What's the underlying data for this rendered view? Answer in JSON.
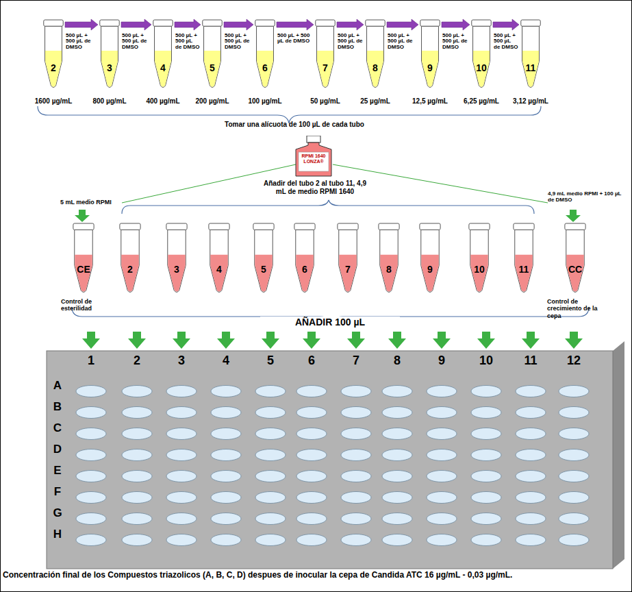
{
  "diagram": {
    "caption": "Concentración final de los Compuestos triazolicos (A, B, C, D) despues de inocular la cepa de Candida ATC 16 µg/mL - 0,03 µg/mL.",
    "nodes": [
      {
        "text": [
          "2",
          "1600 µg/mL"
        ]
      },
      {
        "text": [
          "3",
          "800 µg/mL"
        ]
      },
      {
        "text": [
          "4",
          "400 µg/mL"
        ]
      },
      {
        "text": [
          "5",
          "200 µg/mL"
        ]
      },
      {
        "text": [
          "6",
          "100 µg/mL"
        ]
      },
      {
        "text": [
          "7",
          "50 µg/mL"
        ]
      },
      {
        "text": [
          "8",
          "25 µg/mL"
        ]
      },
      {
        "text": [
          "9",
          "12,5 µg/mL"
        ]
      },
      {
        "text": [
          "10",
          "6,25 µg/mL"
        ]
      },
      {
        "text": [
          "11",
          "3,12 µg/mL"
        ]
      },
      {
        "text": [
          "RPMI 1640 LONZA®"
        ]
      },
      {
        "text": [
          "CE",
          "Control de esterilidad"
        ]
      },
      {
        "text": [
          "2"
        ]
      },
      {
        "text": [
          "3"
        ]
      },
      {
        "text": [
          "4"
        ]
      },
      {
        "text": [
          "5"
        ]
      },
      {
        "text": [
          "6"
        ]
      },
      {
        "text": [
          "7"
        ]
      },
      {
        "text": [
          "8"
        ]
      },
      {
        "text": [
          "9"
        ]
      },
      {
        "text": [
          "10"
        ]
      },
      {
        "text": [
          "11"
        ]
      },
      {
        "text": [
          "CC",
          "Control de crecimiento de la cepa"
        ]
      }
    ],
    "edges": [
      {
        "from": 0,
        "to": 1,
        "arrow": "to",
        "label": "500 µL + 500 µL de DMSO"
      },
      {
        "from": 1,
        "to": 2,
        "arrow": "to",
        "label": "500 µL + 500 µL de DMSO"
      },
      {
        "from": 2,
        "to": 3,
        "arrow": "to",
        "label": "500 µL + 500 µL de DMSO"
      },
      {
        "from": 3,
        "to": 4,
        "arrow": "to",
        "label": "500 µL + 500 µL de DMSO"
      },
      {
        "from": 4,
        "to": 5,
        "arrow": "to",
        "label": "500 µL + 500 µL de DMSO"
      },
      {
        "from": 5,
        "to": 6,
        "arrow": "to",
        "label": "500 µL + 500 µL de DMSO"
      },
      {
        "from": 6,
        "to": 7,
        "arrow": "to",
        "label": "500 µL + 500 µL de DMSO"
      },
      {
        "from": 7,
        "to": 8,
        "arrow": "to",
        "label": "500 µL + 500 µL de DMSO"
      },
      {
        "from": 8,
        "to": 9,
        "arrow": "to",
        "label": "500 µL + 500 µL de DMSO"
      }
    ],
    "labels": [
      "Tomar una alícuota de 100 µL de cada tubo",
      "Añadir del tubo 2 al tubo 11, 4,9 mL de medio RPMI 1640",
      "5 mL medio RPMI",
      "4,9 mL medio RPMI + 100 µL de DMSO",
      "AÑADIR 100 µL",
      "1",
      "2",
      "3",
      "4",
      "5",
      "6",
      "7",
      "8",
      "9",
      "10",
      "11",
      "12",
      "A",
      "B",
      "C",
      "D",
      "E",
      "F",
      "G",
      "H"
    ]
  }
}
